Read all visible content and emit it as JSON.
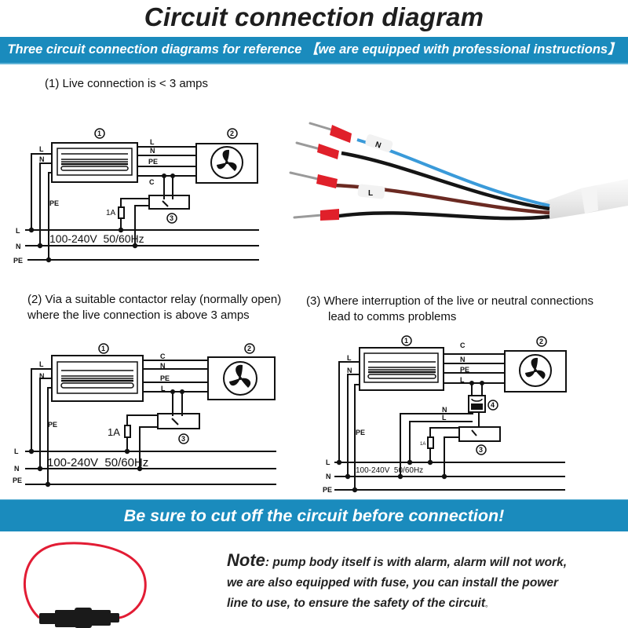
{
  "title": "Circuit connection diagram",
  "top_banner": "Three circuit connection diagrams for reference 【we are equipped with professional instructions】",
  "diagrams": [
    {
      "heading": "(1)  Live connection is < 3 amps",
      "labels": {
        "unit1": "1",
        "unit2": "2",
        "unit3": "3",
        "in_L": "L",
        "in_N": "N",
        "in_PE": "PE",
        "out1": "L",
        "out2": "N",
        "out3": "PE",
        "out4": "C",
        "fuse": "1A",
        "bus_L": "L",
        "bus_N": "N",
        "bus_PE": "PE",
        "supply": "100-240V  50/60Hz"
      }
    },
    {
      "heading": "(2) Via a suitable contactor relay (normally open) where the live connection is above 3 amps",
      "labels": {
        "unit1": "1",
        "unit2": "2",
        "unit3": "3",
        "in_L": "L",
        "in_N": "N",
        "in_PE": "PE",
        "out1": "C",
        "out2": "N",
        "out3": "PE",
        "out4": "L",
        "fuse": "1A",
        "bus_L": "L",
        "bus_N": "N",
        "bus_PE": "PE",
        "supply": "100-240V  50/60Hz"
      }
    },
    {
      "heading_line1": "(3)  Where interruption of the live or neutral connections",
      "heading_line2": "lead to comms problems",
      "labels": {
        "unit1": "1",
        "unit2": "2",
        "unit3": "3",
        "unit4": "4",
        "in_L": "L",
        "in_N": "N",
        "in_PE": "PE",
        "out1": "C",
        "out2": "N",
        "out3": "PE",
        "out4": "L",
        "relay_N": "N",
        "relay_L": "L",
        "fuse": "1A",
        "bus_L": "L",
        "bus_N": "N",
        "bus_PE": "PE",
        "supply": "100-240V  50/60Hz"
      }
    }
  ],
  "cable_photo": {
    "wires": [
      {
        "color": "blue",
        "tag": "N",
        "hex": "#3a9ad9"
      },
      {
        "color": "black",
        "tag": "",
        "hex": "#151515"
      },
      {
        "color": "brown",
        "tag": "L",
        "hex": "#6b2a22"
      },
      {
        "color": "black",
        "tag": "",
        "hex": "#151515"
      }
    ],
    "ferrule_color": "#e0202a",
    "sheath_color": "#eeeeee"
  },
  "bottom_banner": "Be sure to cut off the circuit before connection!",
  "note": {
    "label": "Note",
    "line1": ": pump body itself is with alarm, alarm will not work,",
    "line2": "we are also equipped with fuse, you can install the power",
    "line3": "line to use, to ensure the safety of the circuit",
    "end_mark": "。"
  },
  "fuse_photo": {
    "wire_color": "#e21c34",
    "holder_color": "#1a1a1a"
  },
  "colors": {
    "banner": "#1a8bbd",
    "text": "#1a1a1a"
  }
}
